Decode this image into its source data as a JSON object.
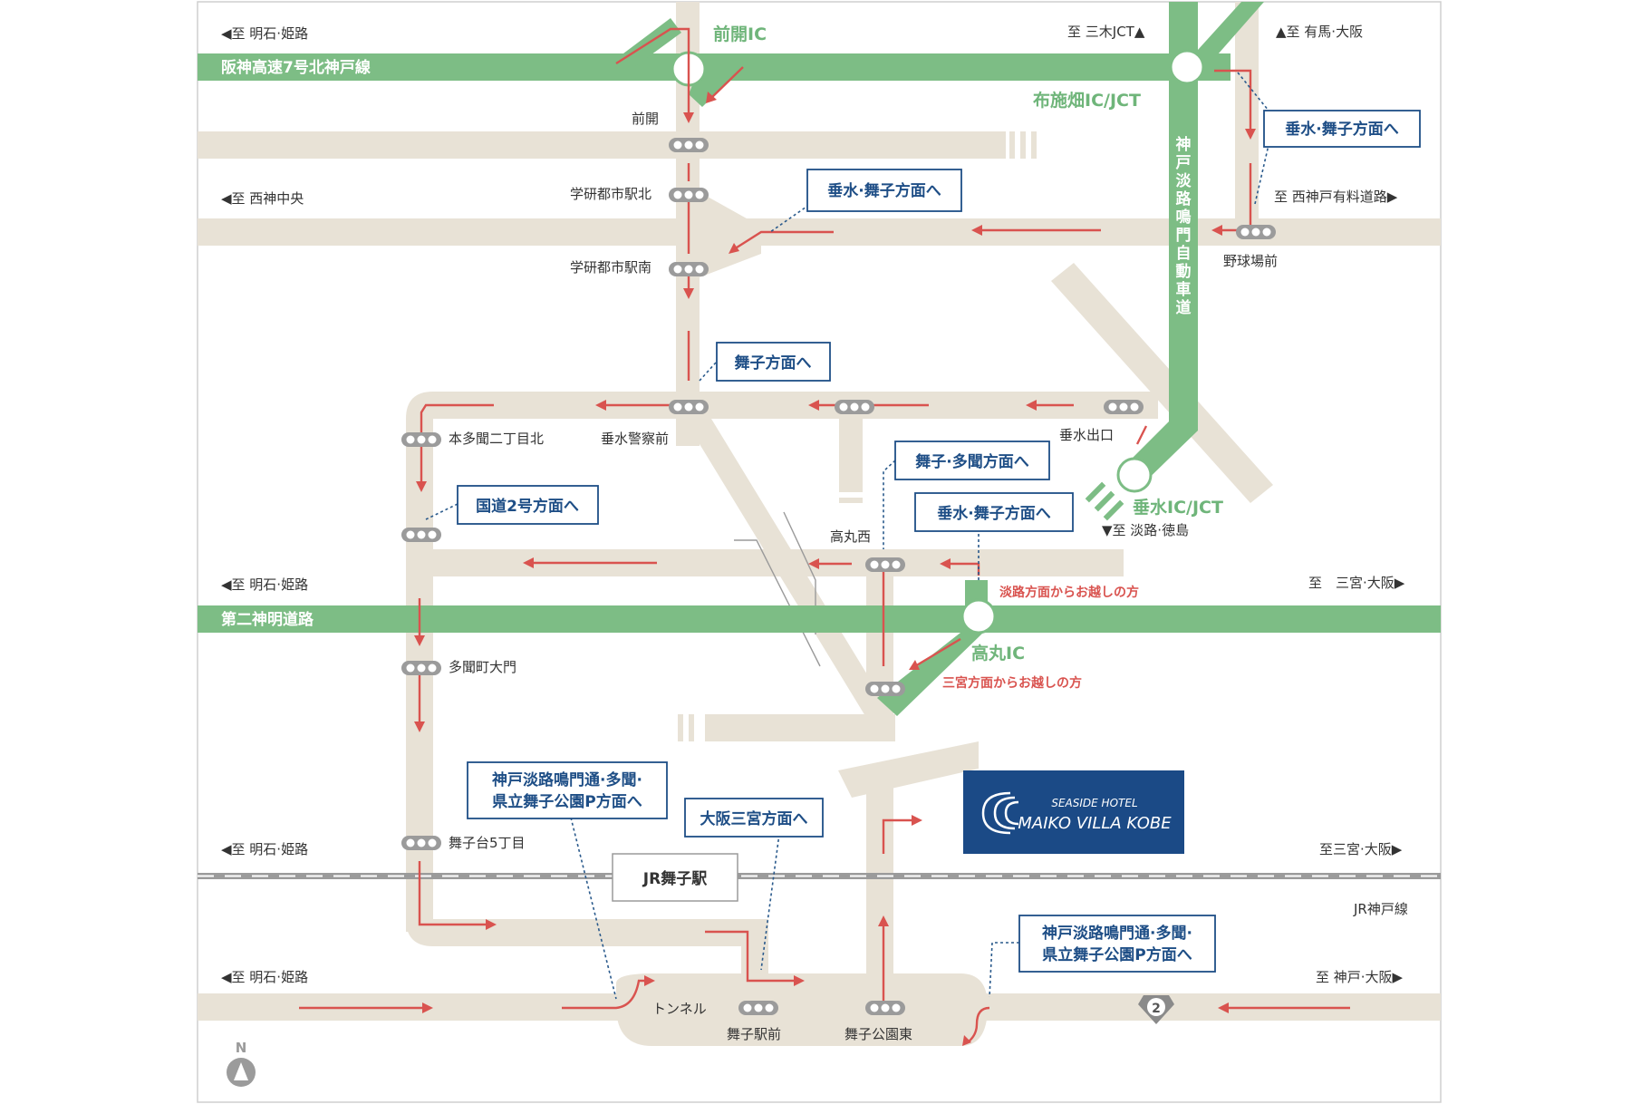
{
  "map": {
    "highways": {
      "hanshin7": "阪神高速7号北神戸線",
      "daini_shinmei": "第二神明道路",
      "kobe_awaji": "神戸淡路鳴門自動車道"
    },
    "interchanges": {
      "maeake_ic": "前開IC",
      "fuse_ic": "布施畑IC/JCT",
      "tarumi_ic": "垂水IC/JCT",
      "takamaru_ic": "高丸IC"
    },
    "destinations": {
      "akashi_himeji_1": "◀至 明石·姫路",
      "miki_jct": "至 三木JCT▲",
      "arima_osaka": "▲至 有馬·大阪",
      "nishijin_chuo": "◀至 西神中央",
      "nishikobe_toll": "至 西神戸有料道路▶",
      "awaji_tokushima": "▼至 淡路·徳島",
      "akashi_himeji_2": "◀至 明石·姫路",
      "sannomiya_osaka_1": "至　三宮·大阪▶",
      "akashi_himeji_3": "◀至 明石·姫路",
      "sannomiya_osaka_2": "至三宮·大阪▶",
      "akashi_himeji_4": "◀至 明石·姫路",
      "kobe_osaka": "至 神戸·大阪▶"
    },
    "places": {
      "maeake": "前開",
      "gakken_kita": "学研都市駅北",
      "gakken_minami": "学研都市駅南",
      "yakyujo_mae": "野球場前",
      "honta_2": "本多聞二丁目北",
      "tarumi_police": "垂水警察前",
      "tarumi_exit": "垂水出口",
      "takamaru_nishi": "高丸西",
      "tamon_daimon": "多聞町大門",
      "maikodai": "舞子台5丁目",
      "tunnel": "トンネル",
      "maiko_eki_mae": "舞子駅前",
      "maiko_koen_higashi": "舞子公園東",
      "jr_kobe_line": "JR神戸線"
    },
    "station": "JR舞子駅",
    "route_number": "2",
    "notes": {
      "from_awaji": "淡路方面からお越しの方",
      "from_sannomiya": "三宮方面からお越しの方"
    },
    "direction_boxes": {
      "tarumi_maiko_1": "垂水·舞子方面へ",
      "tarumi_maiko_2": "垂水·舞子方面へ",
      "maiko": "舞子方面へ",
      "maiko_tamon": "舞子·多聞方面へ",
      "tarumi_maiko_3": "垂水·舞子方面へ",
      "route2": "国道2号方面へ",
      "kobe_awaji_1a": "神戸淡路鳴門通·多聞·",
      "kobe_awaji_1b": "県立舞子公園P方面へ",
      "osaka_sannomiya": "大阪三宮方面へ",
      "kobe_awaji_2a": "神戸淡路鳴門通·多聞·",
      "kobe_awaji_2b": "県立舞子公園P方面へ"
    },
    "hotel": {
      "line1": "SEASIDE HOTEL",
      "line2": "MAIKO VILLA KOBE",
      "color": "#1b4a86"
    },
    "compass": "N",
    "colors": {
      "road": "#e8e2d6",
      "highway": "#7dbd85",
      "arrow": "#d9534f",
      "box_border": "#1e4e86"
    }
  }
}
